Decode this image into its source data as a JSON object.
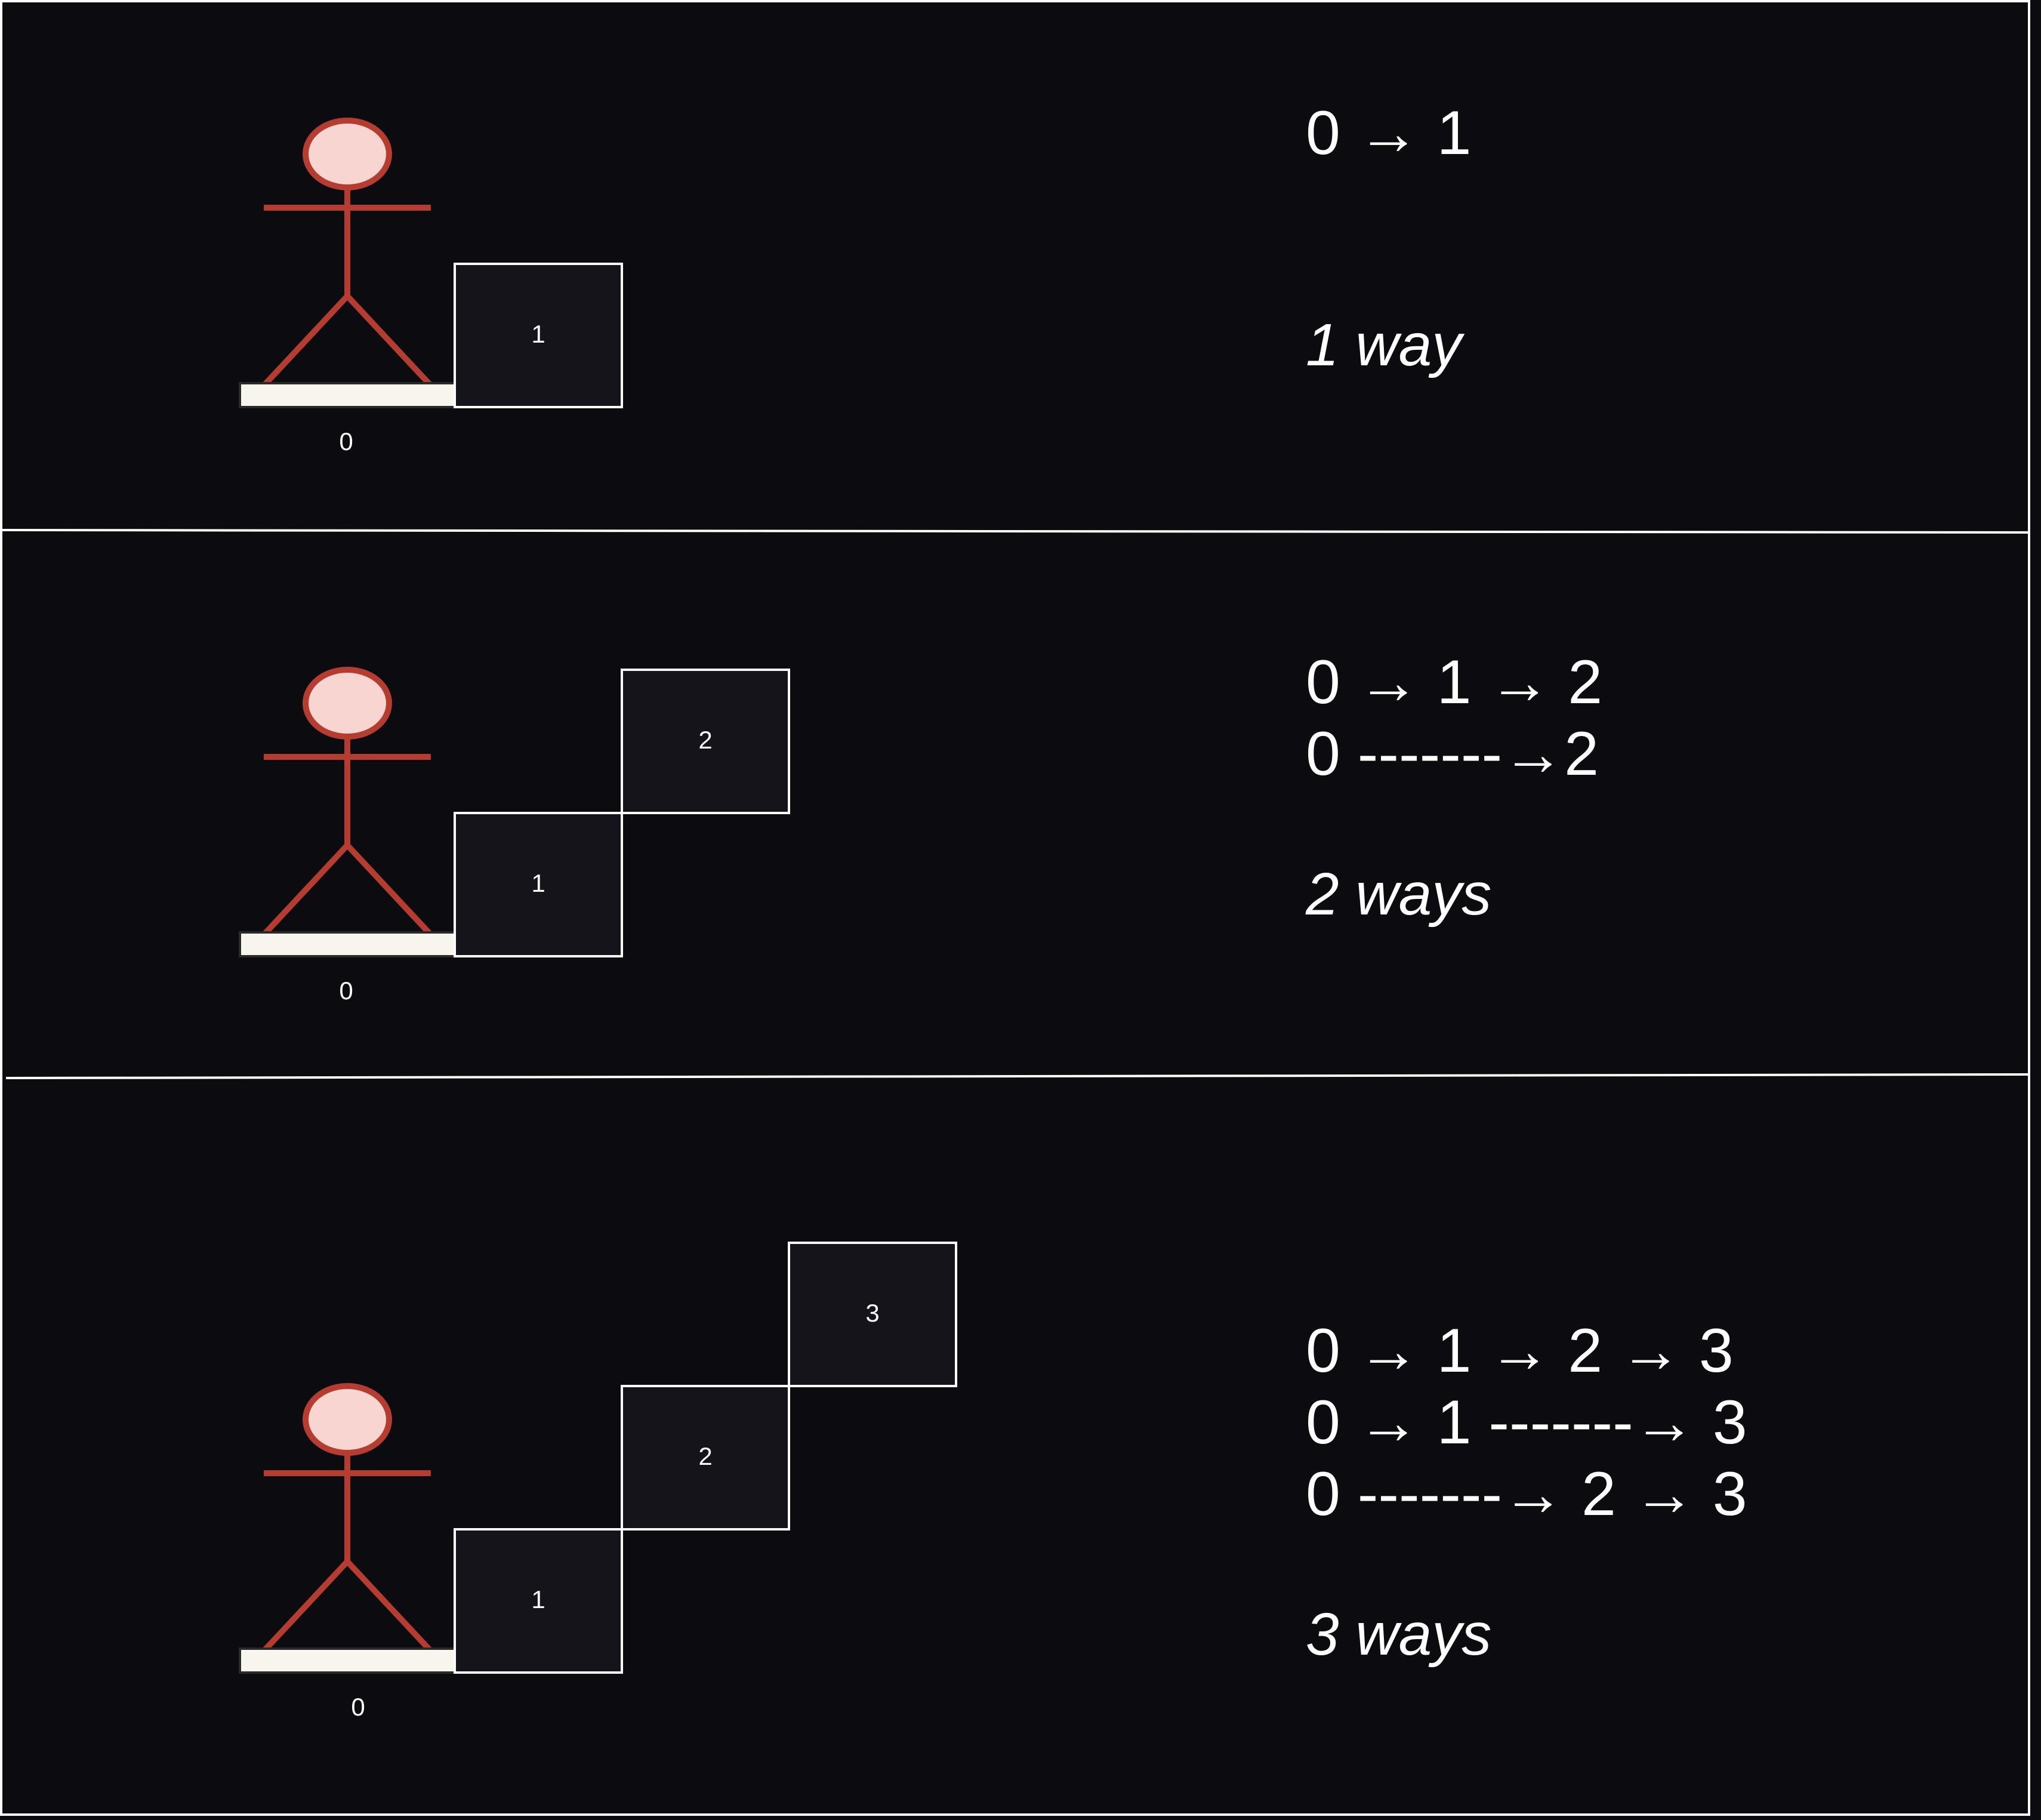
{
  "colors": {
    "background": "#0c0b0f",
    "step_fill": "#15141b",
    "step_stroke": "#ffffff",
    "divider": "#ffffff",
    "ground": "#f7f5ec",
    "figure": "#b43c30",
    "head_fill": "#f8d5d0"
  },
  "panels": [
    {
      "ground_label": "0",
      "step_labels": [
        "1"
      ],
      "paths": [
        "0 → 1"
      ],
      "ways": "1 way"
    },
    {
      "ground_label": "0",
      "step_labels": [
        "1",
        "2"
      ],
      "paths": [
        "0 → 1 → 2",
        "0 -------→2"
      ],
      "ways": "2 ways"
    },
    {
      "ground_label": "0",
      "step_labels": [
        "1",
        "2",
        "3"
      ],
      "paths": [
        "0 → 1 → 2 → 3",
        "0 → 1 -------→ 3",
        "0 -------→ 2 → 3"
      ],
      "ways": "3 ways"
    }
  ]
}
